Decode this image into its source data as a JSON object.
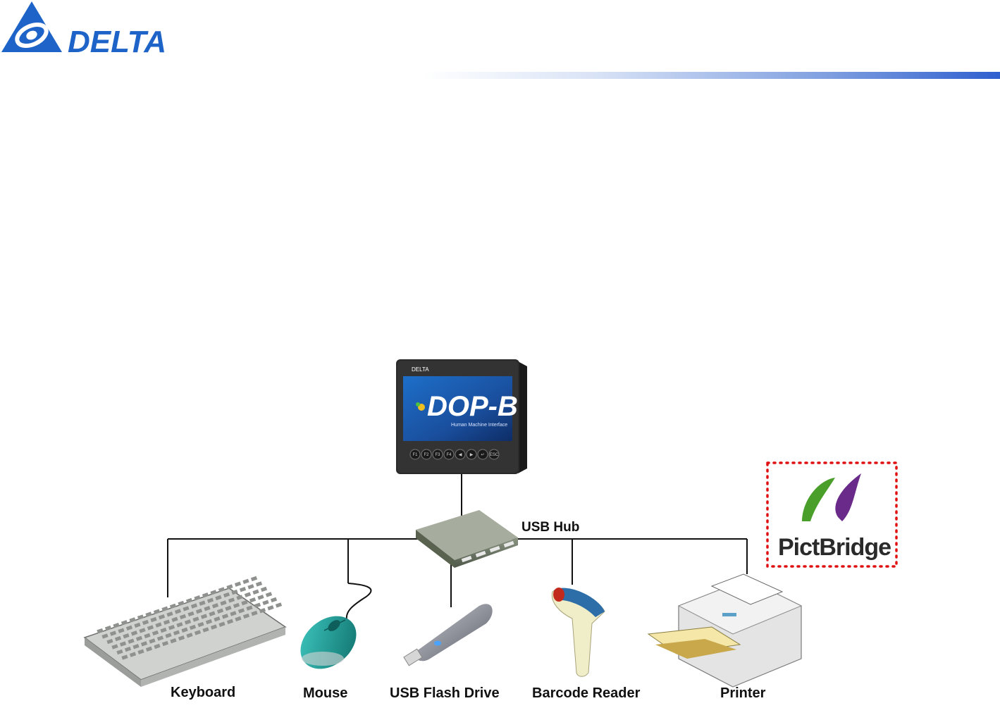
{
  "header": {
    "brand_name": "DELTA",
    "accent_color": "#2f5fcf",
    "logo_color": "#1e64c8"
  },
  "hmi": {
    "brand_small": "DELTA",
    "model": "DOP-B",
    "subtitle": "Human Machine Interface",
    "buttons": [
      "F1",
      "F2",
      "F3",
      "F4",
      "◀",
      "▶",
      "↵",
      "ESC"
    ]
  },
  "hub": {
    "label": "USB Hub"
  },
  "devices": {
    "keyboard": "Keyboard",
    "mouse": "Mouse",
    "flash": "USB Flash Drive",
    "barcode": "Barcode Reader",
    "printer": "Printer"
  },
  "pictbridge": {
    "text": "PictBridge",
    "border_color": "#e01010",
    "leaf_green": "#4a9e2a",
    "leaf_purple": "#6a2a8a"
  }
}
